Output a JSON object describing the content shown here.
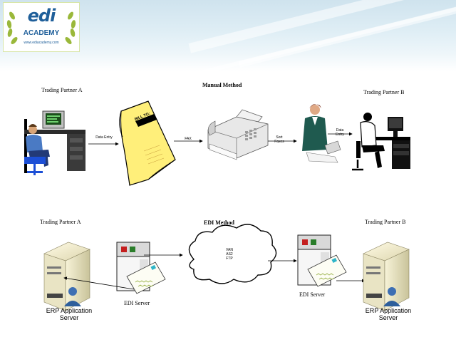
{
  "logo": {
    "brand": "edi",
    "subtitle": "ACADEMY",
    "url": "www.ediacademy.com"
  },
  "manual": {
    "title": "Manual Method",
    "partner_a": "Trading Partner A",
    "partner_b": "Trading Partner B",
    "doc_label": "BILL TO:",
    "step1": "Data Entry",
    "step2": "FAX",
    "step3": "Sort Faxes",
    "step4": "Data Entry"
  },
  "edi": {
    "title": "EDI Method",
    "partner_a": "Trading Partner A",
    "partner_b": "Trading Partner B",
    "network_lines": [
      "VAN",
      "AS2",
      "FTP"
    ],
    "edi_server_left": "EDI Server",
    "edi_server_right": "EDI Server",
    "erp_left": "ERP Application Server",
    "erp_right": "ERP Application Server"
  }
}
